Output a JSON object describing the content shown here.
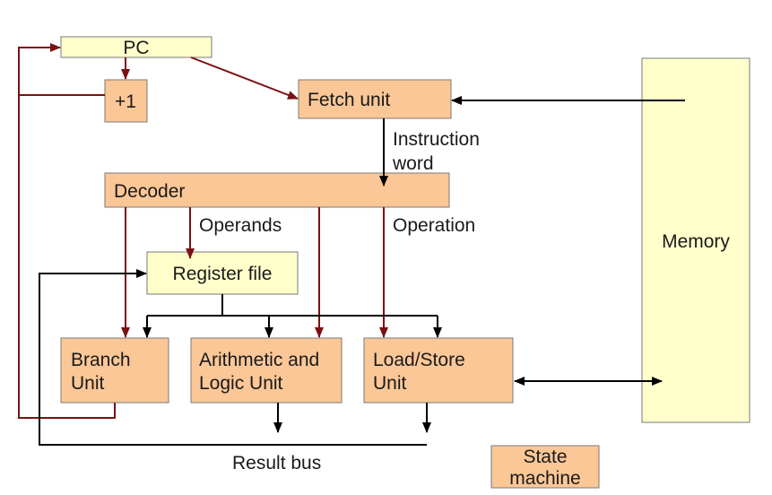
{
  "colors": {
    "unit_fill": "#fbc797",
    "pale_fill": "#ffffcc",
    "box_stroke": "#7a7a7a",
    "control_arrow": "#7b1113",
    "data_arrow": "#000000"
  },
  "blocks": {
    "pc": "PC",
    "incrementer": "+1",
    "fetch_unit": "Fetch unit",
    "decoder": "Decoder",
    "register_file": "Register file",
    "branch_unit": [
      "Branch",
      "Unit"
    ],
    "alu": [
      "Arithmetic and",
      "Logic Unit"
    ],
    "load_store_unit": [
      "Load/Store",
      "Unit"
    ],
    "memory": "Memory",
    "state_machine": [
      "State",
      "machine"
    ]
  },
  "labels": {
    "instruction_word": [
      "Instruction",
      "word"
    ],
    "operands": "Operands",
    "operation": "Operation",
    "result_bus": "Result bus"
  }
}
